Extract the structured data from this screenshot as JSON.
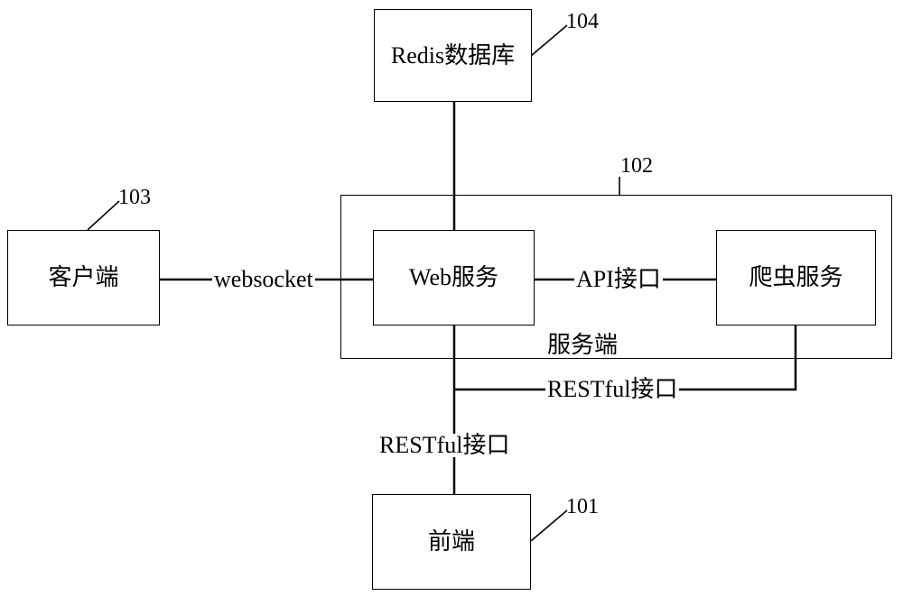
{
  "nodes": {
    "redis": "Redis数据库",
    "client": "客户端",
    "web_service": "Web服务",
    "crawler_service": "爬虫服务",
    "frontend": "前端"
  },
  "group_label": "服务端",
  "edges": {
    "client_web": "websocket",
    "web_crawler": "API接口",
    "crawler_web_restful": "RESTful接口",
    "web_frontend_restful": "RESTful接口"
  },
  "refs": {
    "frontend": "101",
    "server": "102",
    "client": "103",
    "redis": "104"
  }
}
